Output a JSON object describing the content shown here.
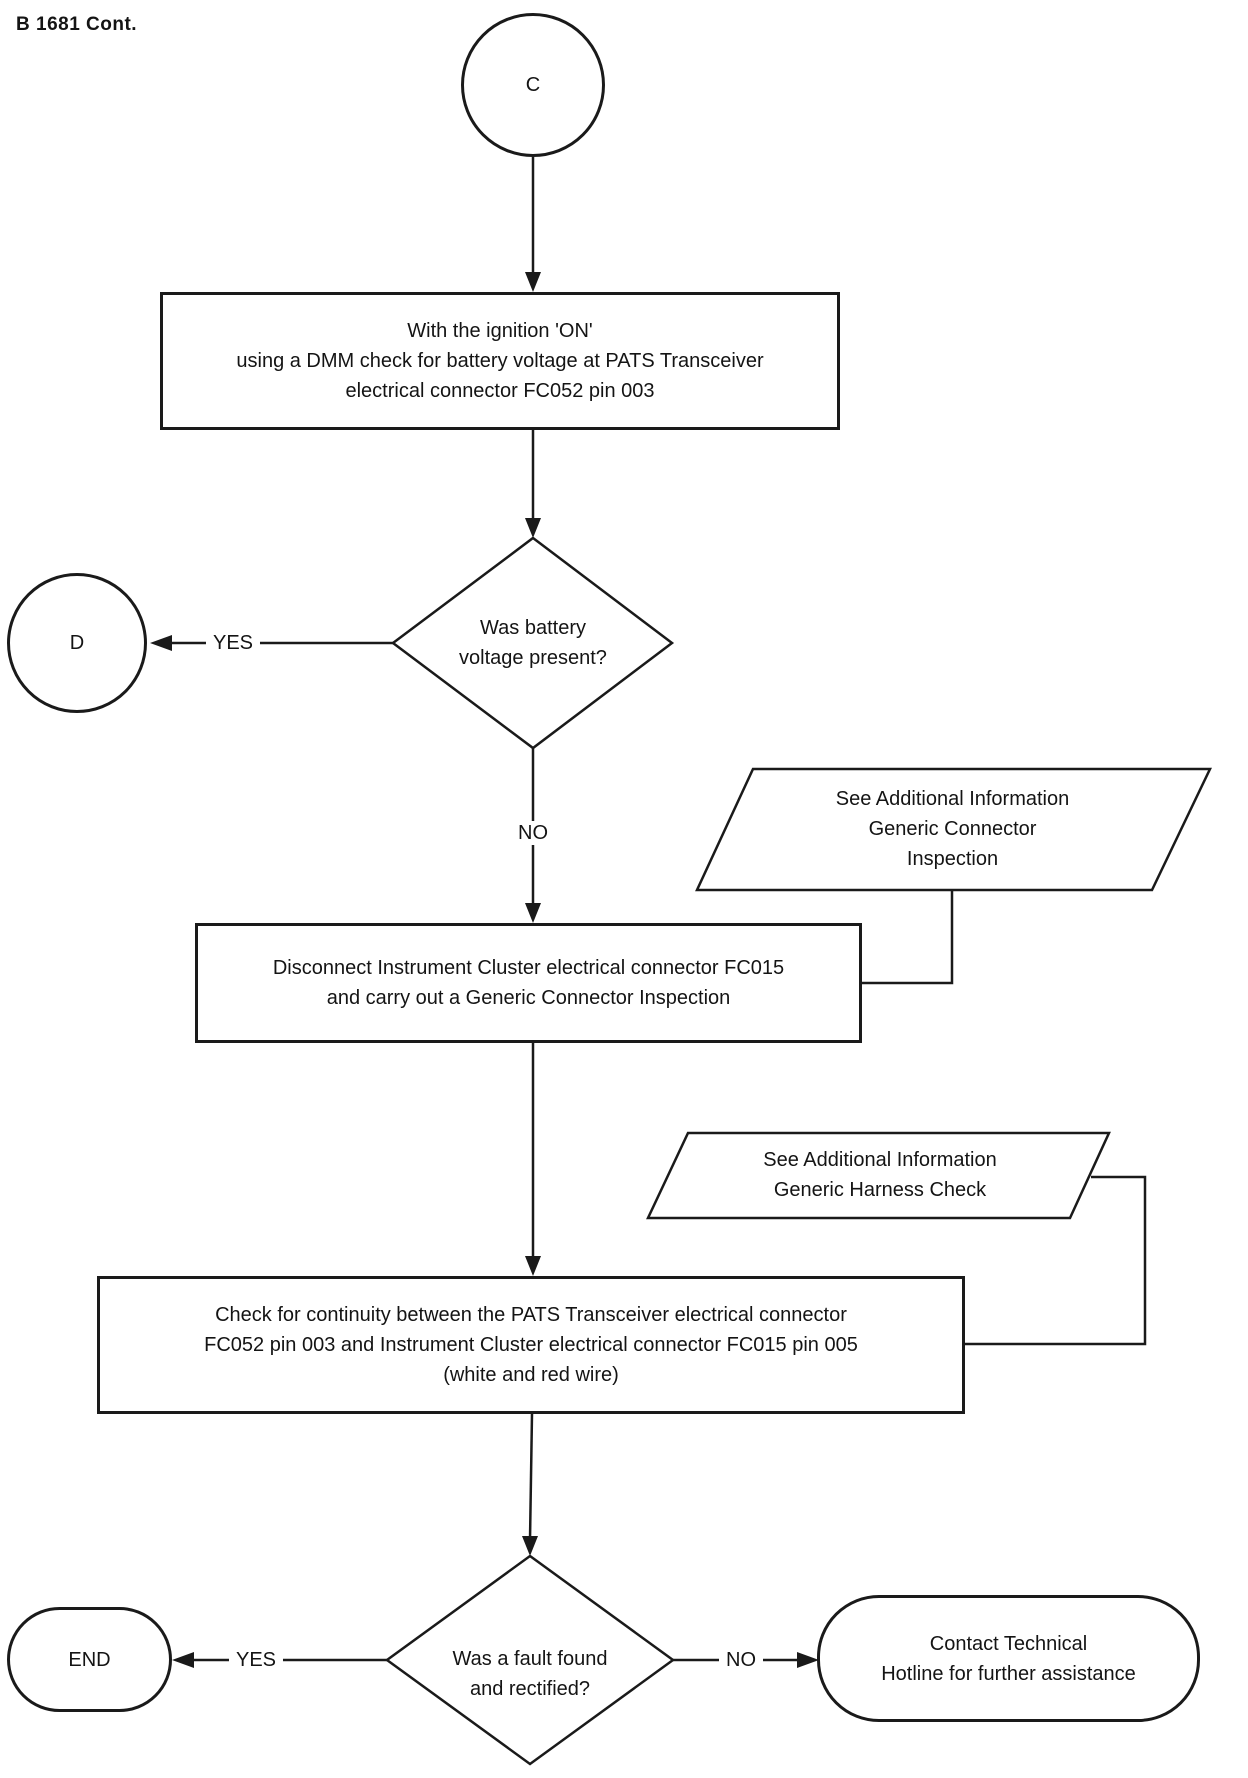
{
  "header": {
    "title": "B 1681 Cont."
  },
  "nodes": {
    "connector_c": {
      "label": "C"
    },
    "process1": {
      "lines": [
        "With the ignition 'ON'",
        "using a DMM check for battery voltage at PATS Transceiver",
        "electrical connector FC052 pin 003"
      ]
    },
    "decision1": {
      "lines": [
        "Was battery",
        "voltage present?"
      ]
    },
    "connector_d": {
      "label": "D"
    },
    "ref1": {
      "lines": [
        "See Additional Information",
        "Generic Connector",
        "Inspection"
      ]
    },
    "process2": {
      "lines": [
        "Disconnect Instrument Cluster electrical connector FC015",
        "and carry out a Generic Connector Inspection"
      ]
    },
    "ref2": {
      "lines": [
        "See Additional Information",
        "Generic Harness Check"
      ]
    },
    "process3": {
      "lines": [
        "Check for continuity between the PATS Transceiver electrical connector",
        "FC052 pin 003 and Instrument Cluster electrical connector FC015 pin 005",
        "(white and red wire)"
      ]
    },
    "decision2": {
      "lines": [
        "Was a fault found",
        "and rectified?"
      ]
    },
    "terminator_end": {
      "label": "END"
    },
    "terminator_contact": {
      "lines": [
        "Contact Technical",
        "Hotline for further assistance"
      ]
    }
  },
  "labels": {
    "yes1": "YES",
    "no1": "NO",
    "yes2": "YES",
    "no2": "NO"
  },
  "colors": {
    "line": "#1a1a1a",
    "background": "#ffffff",
    "text": "#141414"
  }
}
